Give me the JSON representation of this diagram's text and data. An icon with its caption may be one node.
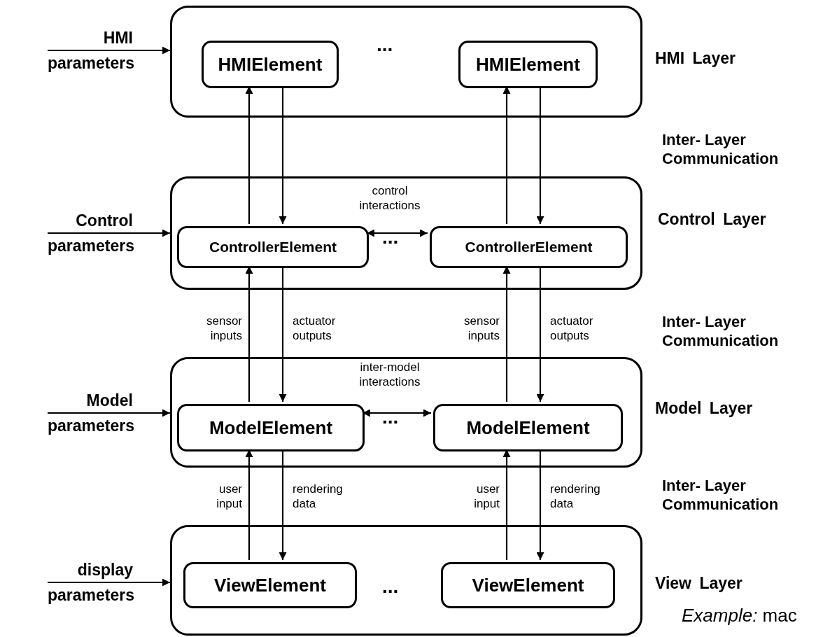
{
  "diagram": {
    "nodes": [
      {
        "text": [],
        "shape": "box",
        "beside": [
          "HMI Layer"
        ]
      },
      {
        "text": [
          "HMIElement"
        ],
        "in": 0
      },
      {
        "text": [
          "HMIElement"
        ],
        "in": 0
      },
      {
        "text": [],
        "shape": "box",
        "beside": [
          "Control Layer"
        ]
      },
      {
        "text": [
          "ControllerElement"
        ],
        "in": 3
      },
      {
        "text": [
          "ControllerElement"
        ],
        "in": 3
      },
      {
        "text": [],
        "shape": "box",
        "beside": [
          "Model Layer"
        ]
      },
      {
        "text": [
          "ModelElement"
        ],
        "in": 6
      },
      {
        "text": [
          "ModelElement"
        ],
        "in": 6
      },
      {
        "text": [],
        "shape": "box",
        "beside": [
          "View Layer"
        ]
      },
      {
        "text": [
          "ViewElement"
        ],
        "in": 9
      },
      {
        "text": [
          "ViewElement"
        ],
        "in": 9
      },
      {
        "text": [
          "HMI parameters"
        ]
      },
      {
        "text": [
          "Control parameters"
        ]
      },
      {
        "text": [
          "Model parameters"
        ]
      },
      {
        "text": [
          "display parameters"
        ]
      }
    ],
    "edges": [
      {
        "from": 12,
        "to": 0,
        "arrow": "to"
      },
      {
        "from": 4,
        "to": 1,
        "arrow": "to"
      },
      {
        "from": 1,
        "to": 4,
        "arrow": "to"
      },
      {
        "from": 5,
        "to": 2,
        "arrow": "to"
      },
      {
        "from": 2,
        "to": 5,
        "arrow": "to"
      },
      {
        "from": 13,
        "to": 3,
        "arrow": "to"
      },
      {
        "from": 4,
        "to": 5,
        "arrow": "both",
        "label": "control interactions"
      },
      {
        "from": 7,
        "to": 4,
        "arrow": "to",
        "label": "sensor inputs"
      },
      {
        "from": 4,
        "to": 7,
        "arrow": "to",
        "label": "actuator outputs"
      },
      {
        "from": 8,
        "to": 5,
        "arrow": "to",
        "label": "sensor inputs"
      },
      {
        "from": 5,
        "to": 8,
        "arrow": "to",
        "label": "actuator outputs"
      },
      {
        "from": 14,
        "to": 6,
        "arrow": "to"
      },
      {
        "from": 7,
        "to": 8,
        "arrow": "both",
        "label": "inter-model interactions"
      },
      {
        "from": 10,
        "to": 7,
        "arrow": "to",
        "label": "user input"
      },
      {
        "from": 7,
        "to": 10,
        "arrow": "to",
        "label": "rendering data"
      },
      {
        "from": 11,
        "to": 8,
        "arrow": "to",
        "label": "user input"
      },
      {
        "from": 8,
        "to": 11,
        "arrow": "to",
        "label": "rendering data"
      },
      {
        "from": 15,
        "to": 9,
        "arrow": "to"
      }
    ],
    "labels": [
      "...",
      "Inter- Layer Communication",
      "...",
      "Inter- Layer Communication",
      "...",
      "Inter- Layer Communication",
      "...",
      "*Example:* mac"
    ]
  }
}
